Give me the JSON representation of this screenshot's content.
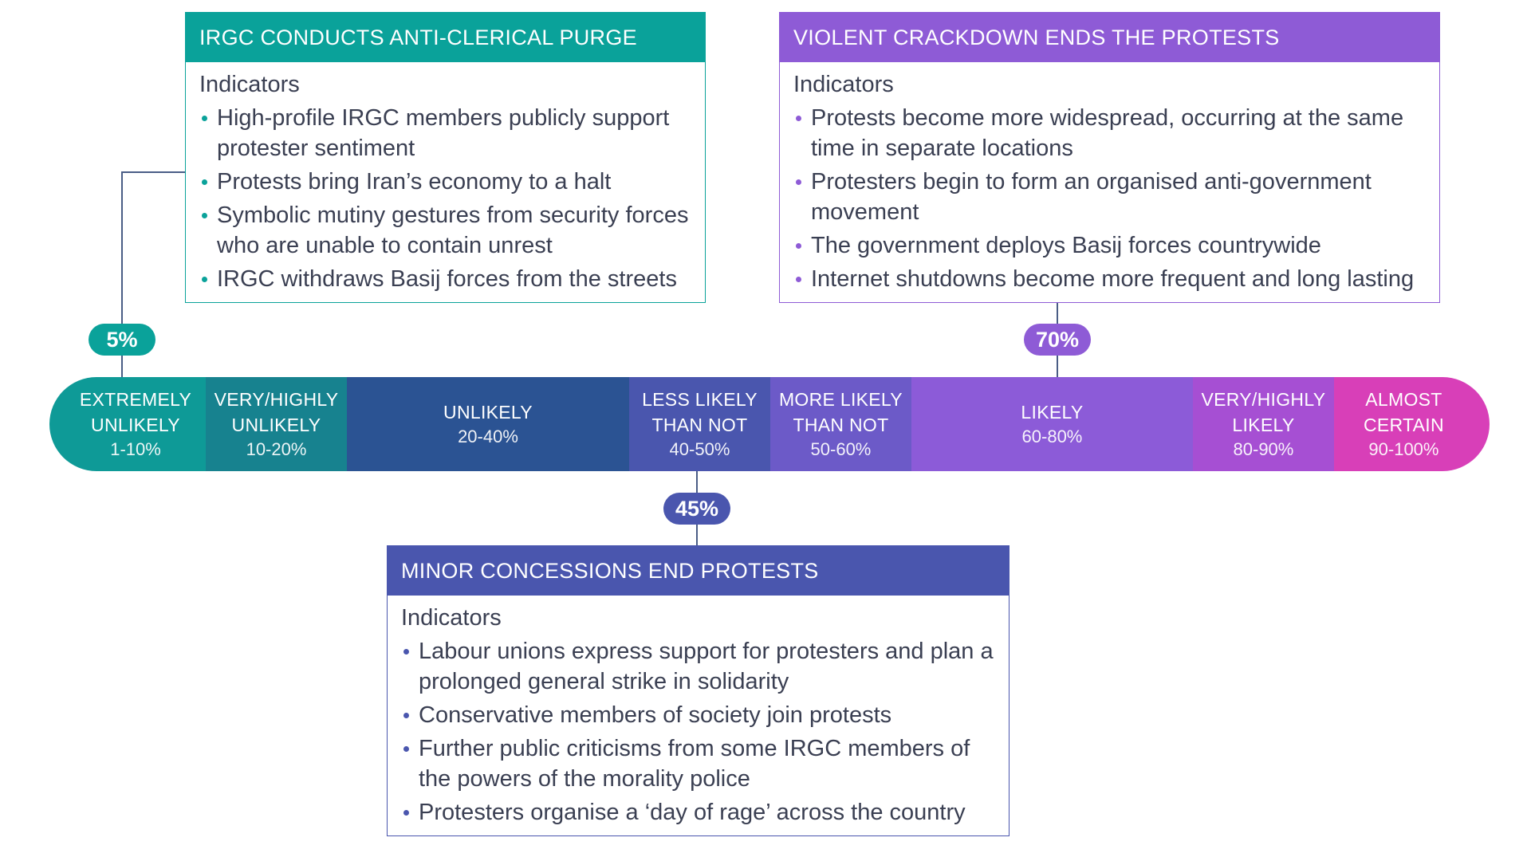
{
  "scenarios": {
    "irgc": {
      "title": "IRGC CONDUCTS ANTI-CLERICAL PURGE",
      "indicators_heading": "Indicators",
      "indicators": [
        "High-profile IRGC members publicly support protester sentiment",
        "Protests bring Iran’s economy to a halt",
        "Symbolic mutiny gestures from security forces who are unable to contain unrest",
        "IRGC withdraws Basij forces from the streets"
      ],
      "probability": "5%",
      "color": "#0aa29a"
    },
    "crackdown": {
      "title": "VIOLENT CRACKDOWN ENDS THE PROTESTS",
      "indicators_heading": "Indicators",
      "indicators": [
        "Protests become more widespread, occurring at the same time in separate locations",
        "Protesters begin to form an organised anti-government movement",
        "The government deploys Basij forces countrywide",
        "Internet shutdowns become more frequent and long lasting"
      ],
      "probability": "70%",
      "color": "#8e5bd6"
    },
    "concessions": {
      "title": "MINOR CONCESSIONS END PROTESTS",
      "indicators_heading": "Indicators",
      "indicators": [
        "Labour unions express support for protesters and plan a prolonged general strike in solidarity",
        "Conservative members of society join protests",
        "Further public criticisms from some IRGC members of the powers of the morality police",
        "Protesters organise a ‘day of rage’ across the country"
      ],
      "probability": "45%",
      "color": "#4a56ae"
    }
  },
  "scale": [
    {
      "label": "EXTREMELY\nUNLIKELY",
      "range": "1-10%",
      "color": "#0e9a97"
    },
    {
      "label": "VERY/HIGHLY\nUNLIKELY",
      "range": "10-20%",
      "color": "#17828f"
    },
    {
      "label": "UNLIKELY",
      "range": "20-40%",
      "color": "#2b5393"
    },
    {
      "label": "LESS LIKELY\nTHAN NOT",
      "range": "40-50%",
      "color": "#4a56ae"
    },
    {
      "label": "MORE LIKELY\nTHAN NOT",
      "range": "50-60%",
      "color": "#6c5ac8"
    },
    {
      "label": "LIKELY",
      "range": "60-80%",
      "color": "#8c5bd8"
    },
    {
      "label": "VERY/HIGHLY\nLIKELY",
      "range": "80-90%",
      "color": "#a64fd3"
    },
    {
      "label": "ALMOST\nCERTAIN",
      "range": "90-100%",
      "color": "#d83fb8"
    }
  ]
}
